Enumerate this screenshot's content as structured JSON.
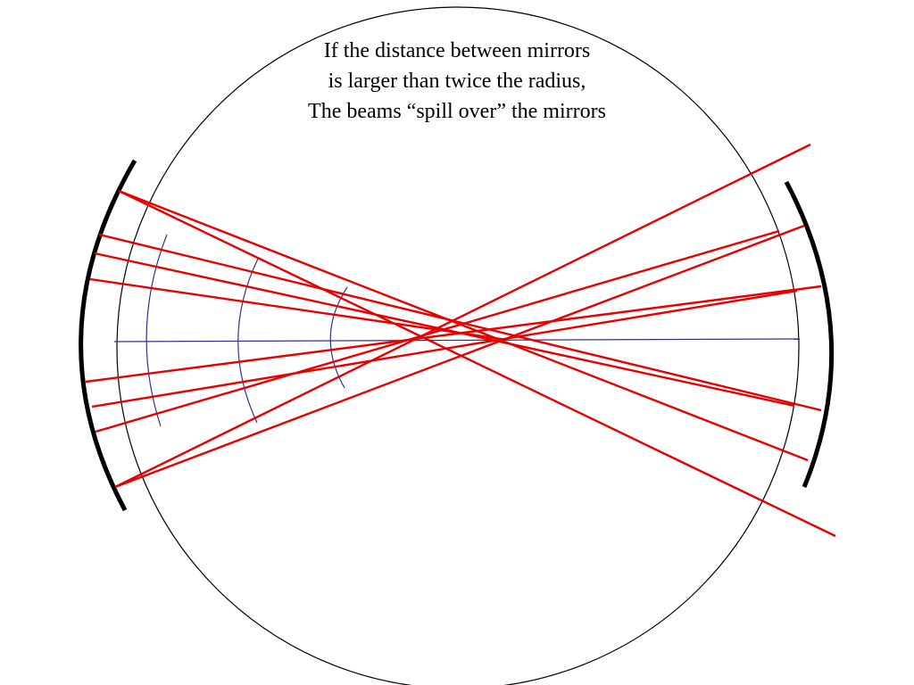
{
  "caption": {
    "line1": "If the distance between mirrors",
    "line2": "is larger than twice the radius,",
    "line3": "The beams “spill over” the mirrors"
  },
  "colors": {
    "beam": "#e60000",
    "axis": "#33338a",
    "wavefront": "#33338a",
    "mirror": "#000000",
    "circle": "#000000",
    "background": "#ffffff"
  }
}
